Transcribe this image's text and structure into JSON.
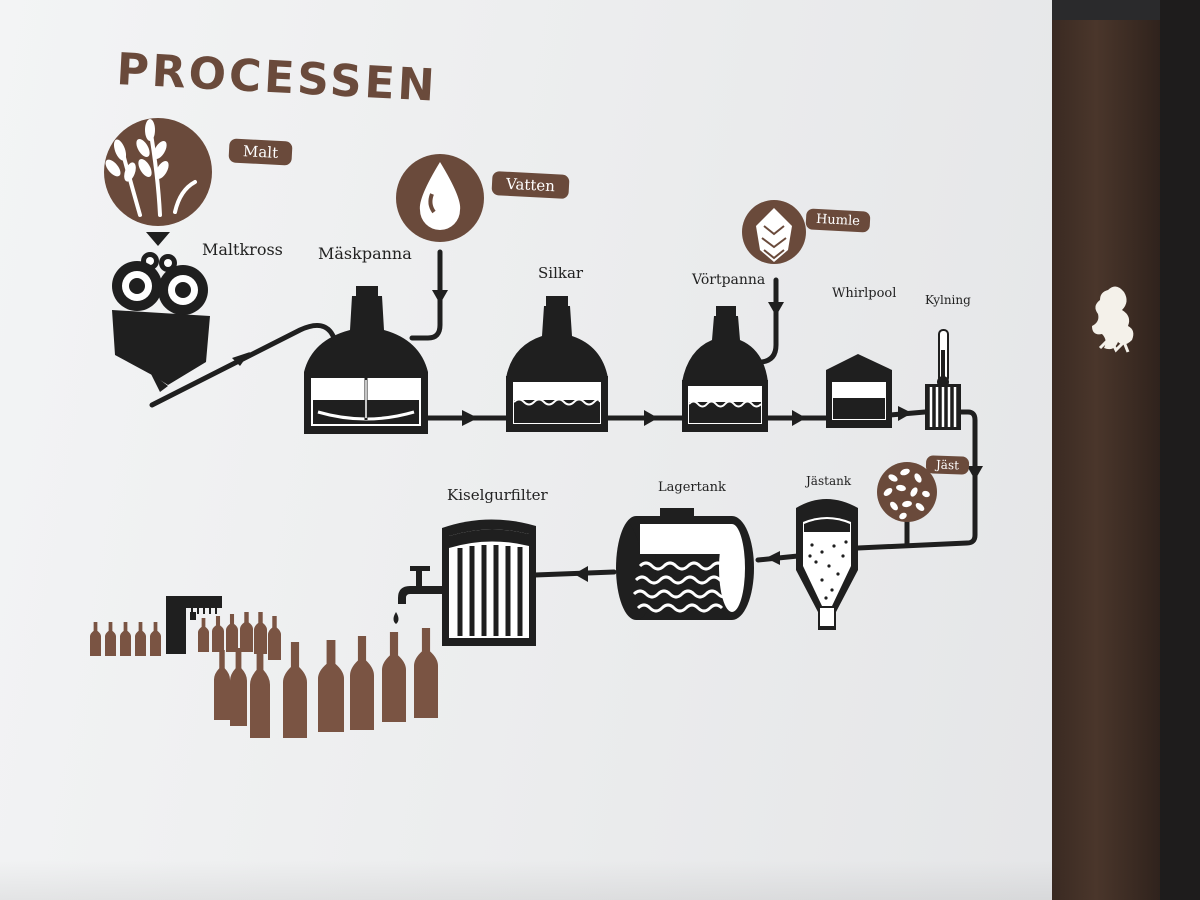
{
  "title": "PROCESSEN",
  "ingredients": [
    {
      "label": "Malt",
      "icon": "wheat-icon"
    },
    {
      "label": "Vatten",
      "icon": "water-drop-icon"
    },
    {
      "label": "Humle",
      "icon": "hop-cone-icon"
    },
    {
      "label": "Jäst",
      "icon": "yeast-icon"
    }
  ],
  "steps": {
    "maltkross": "Maltkross",
    "maskpanna": "Mäskpanna",
    "silkar": "Silkar",
    "vortpanna": "Vörtpanna",
    "whirlpool": "Whirlpool",
    "kylning": "Kylning",
    "jastank": "Jästank",
    "lagertank": "Lagertank",
    "kiselgurfilter": "Kiselgurfilter"
  },
  "colors": {
    "brown": "#6a4a3b",
    "dark": "#1f1f1f",
    "wall": "#eeeff0",
    "bottle": "#7a5443"
  },
  "logo_icon": "lion-crest-icon"
}
